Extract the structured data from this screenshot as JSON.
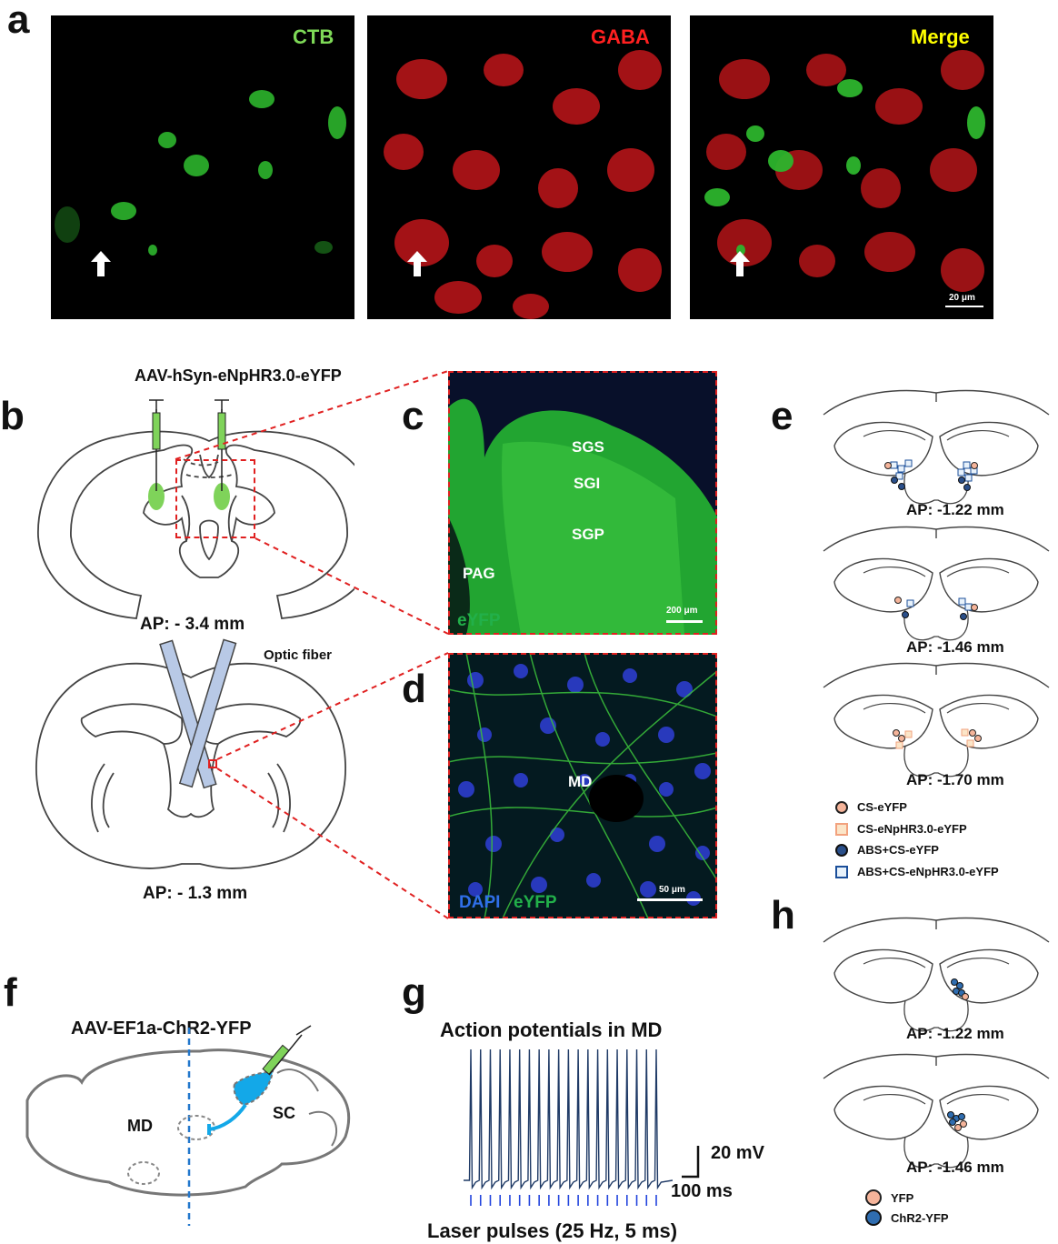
{
  "panels": {
    "a": "a",
    "b": "b",
    "c": "c",
    "d": "d",
    "e": "e",
    "f": "f",
    "g": "g",
    "h": "h"
  },
  "panel_a": {
    "ctb": "CTB",
    "gaba": "GABA",
    "merge": "Merge",
    "scale": "20 μm",
    "colors": {
      "ctb": "#7ed957",
      "gaba": "#ff2020",
      "merge": "#ffff00"
    }
  },
  "panel_b": {
    "virus": "AAV-hSyn-eNpHR3.0-eYFP",
    "ap_top": "AP: - 3.4 mm",
    "fiber": "Optic fiber",
    "ap_bottom": "AP: - 1.3 mm"
  },
  "panel_c": {
    "sgs": "SGS",
    "sgi": "SGI",
    "sgp": "SGP",
    "pag": "PAG",
    "channel": "eYFP",
    "scale": "200 μm"
  },
  "panel_d": {
    "md": "MD",
    "dapi": "DAPI",
    "eyfp": "eYFP",
    "scale": "50 μm"
  },
  "panel_e": {
    "ap1": "AP: -1.22 mm",
    "ap2": "AP: -1.46 mm",
    "ap3": "AP: -1.70 mm",
    "legend": [
      {
        "label": "CS-eYFP",
        "shape": "circle",
        "fill": "#f5b49a",
        "stroke": "#222"
      },
      {
        "label": "CS-eNpHR3.0-eYFP",
        "shape": "square",
        "fill": "#fbe5c8",
        "stroke": "#f2a27e"
      },
      {
        "label": "ABS+CS-eYFP",
        "shape": "circle",
        "fill": "#2a4f8a",
        "stroke": "#111"
      },
      {
        "label": "ABS+CS-eNpHR3.0-eYFP",
        "shape": "square",
        "fill": "#e8f2fb",
        "stroke": "#1b4f9a"
      }
    ]
  },
  "panel_f": {
    "virus": "AAV-EF1a-ChR2-YFP",
    "md": "MD",
    "sc": "SC"
  },
  "panel_g": {
    "title": "Action potentials in MD",
    "scale_v": "20 mV",
    "scale_t": "100 ms",
    "laser": "Laser pulses (25 Hz, 5 ms)",
    "spike_count": 20
  },
  "panel_h": {
    "ap1": "AP: -1.22 mm",
    "ap2": "AP: -1.46 mm",
    "legend": [
      {
        "label": "YFP",
        "fill": "#f5b49a"
      },
      {
        "label": "ChR2-YFP",
        "fill": "#2f6db0"
      }
    ]
  }
}
